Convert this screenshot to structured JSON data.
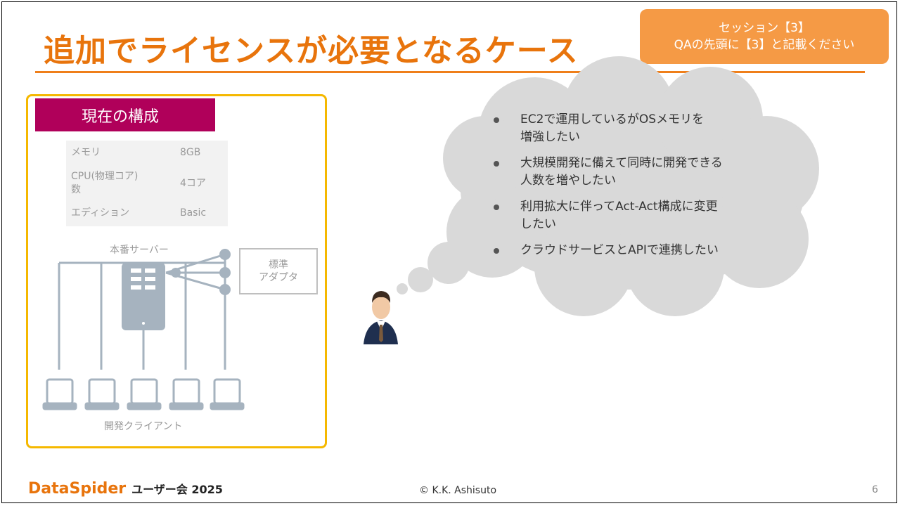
{
  "slide": {
    "title": "追加でライセンスが必要となるケース",
    "session_badge": {
      "line1": "セッション【3】",
      "line2": "QAの先頭に【3】と記載ください"
    }
  },
  "config": {
    "header": "現在の構成",
    "specs": [
      {
        "label": "メモリ",
        "value": "8GB"
      },
      {
        "label": "CPU(物理コア)",
        "label2": "数",
        "value": "4コア"
      },
      {
        "label": "エディション",
        "value": "Basic"
      }
    ],
    "server_label": "本番サーバー",
    "adapter_label_line1": "標準",
    "adapter_label_line2": "アダプタ",
    "clients_label": "開発クライアント"
  },
  "thought": {
    "items": [
      {
        "line1": "EC2で運用しているがOSメモリを",
        "line2": "増強したい"
      },
      {
        "line1": "大規模開発に備えて同時に開発できる",
        "line2": "人数を増やしたい"
      },
      {
        "line1": "利用拡大に伴ってAct-Act構成に変更",
        "line2": "したい"
      },
      {
        "line1": "クラウドサービスとAPIで連携したい",
        "line2": ""
      }
    ]
  },
  "footer": {
    "brand": "DataSpider",
    "event": "ユーザー会 2025",
    "copyright": "© K.K. Ashisuto",
    "page": "6"
  },
  "colors": {
    "title": "#e8740c",
    "rule": "#ef7f1a",
    "badge": "#f59a45",
    "panel_border": "#f5b800",
    "header": "#b0005a",
    "bubble": "#d9d9d9",
    "diagram": "#a6b3bf"
  }
}
